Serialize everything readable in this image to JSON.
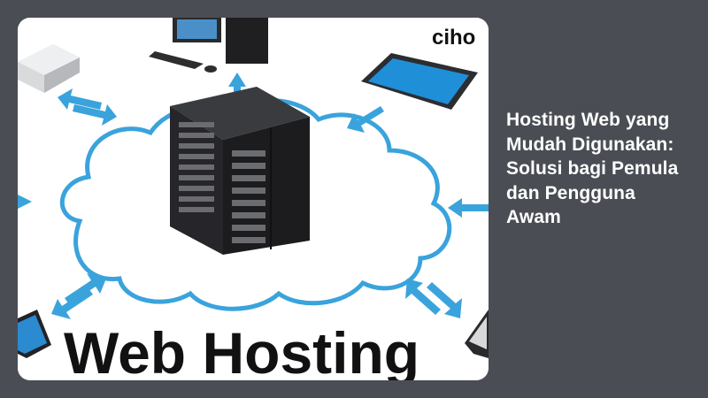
{
  "article": {
    "title": "Hosting Web yang Mudah Digunakan: Solusi bagi Pemula dan Pengguna Awam",
    "image": {
      "caption_text": "Web Hosting",
      "brand_text": "ciho",
      "icons": [
        "server-rack-icon",
        "desktop-computer-icon",
        "tablet-icon",
        "smartphone-icon",
        "laptop-icon",
        "network-drive-icon",
        "cloud-icon",
        "double-arrow-icon"
      ]
    }
  },
  "colors": {
    "page_background": "#4a4e54",
    "cloud_outline": "#3aa3dc",
    "arrow": "#3aa3dc",
    "server_body": "#2b2b2e",
    "title_text": "#ffffff"
  }
}
